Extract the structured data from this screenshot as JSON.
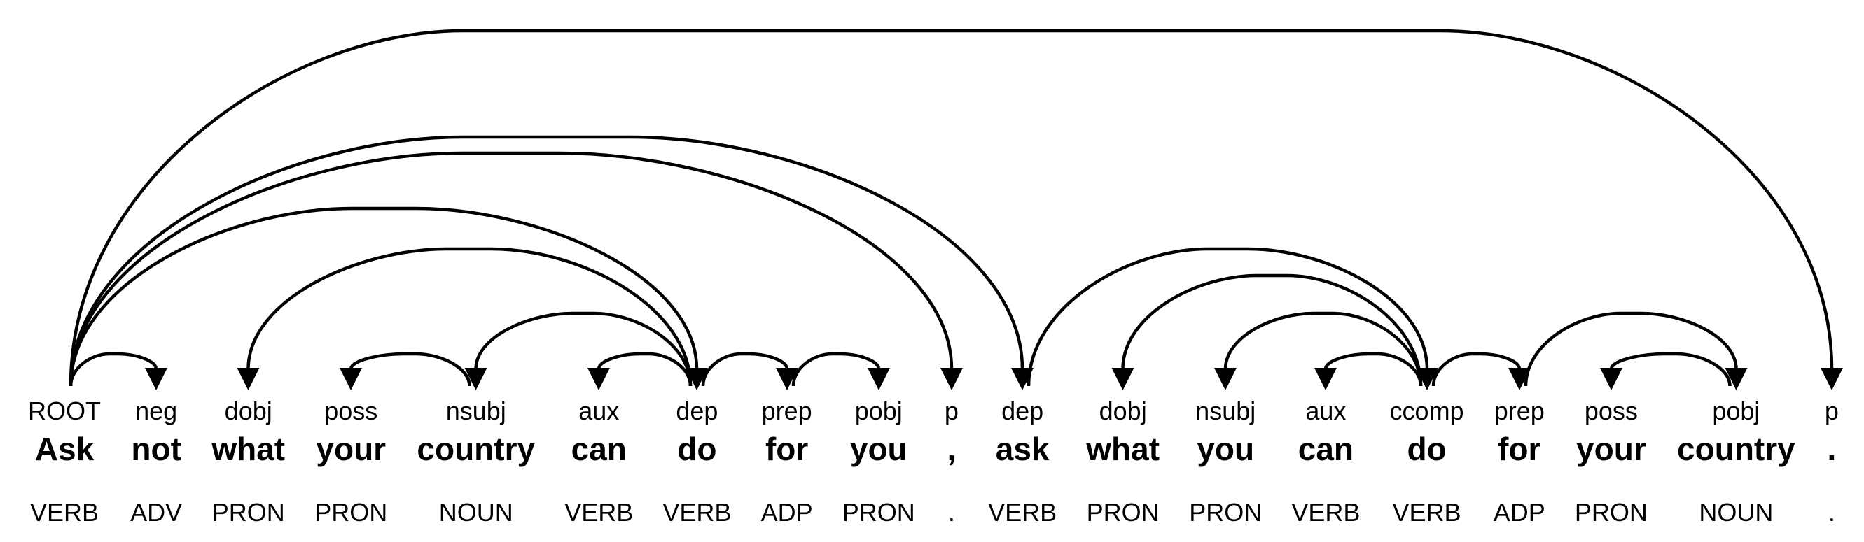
{
  "figure": {
    "kind": "dependency-parse",
    "background_color": "#ffffff",
    "ink_color": "#000000"
  },
  "sentence": "Ask not what your country can do for you , ask what you can do for your country .",
  "tokens": [
    {
      "word": "Ask",
      "deprel": "ROOT",
      "tag": "VERB",
      "head": null
    },
    {
      "word": "not",
      "deprel": "neg",
      "tag": "ADV",
      "head": 0
    },
    {
      "word": "what",
      "deprel": "dobj",
      "tag": "PRON",
      "head": 6
    },
    {
      "word": "your",
      "deprel": "poss",
      "tag": "PRON",
      "head": 4
    },
    {
      "word": "country",
      "deprel": "nsubj",
      "tag": "NOUN",
      "head": 6
    },
    {
      "word": "can",
      "deprel": "aux",
      "tag": "VERB",
      "head": 6
    },
    {
      "word": "do",
      "deprel": "dep",
      "tag": "VERB",
      "head": 0
    },
    {
      "word": "for",
      "deprel": "prep",
      "tag": "ADP",
      "head": 6
    },
    {
      "word": "you",
      "deprel": "pobj",
      "tag": "PRON",
      "head": 7
    },
    {
      "word": ",",
      "deprel": "p",
      "tag": ".",
      "head": 0
    },
    {
      "word": "ask",
      "deprel": "dep",
      "tag": "VERB",
      "head": 0
    },
    {
      "word": "what",
      "deprel": "dobj",
      "tag": "PRON",
      "head": 14
    },
    {
      "word": "you",
      "deprel": "nsubj",
      "tag": "PRON",
      "head": 14
    },
    {
      "word": "can",
      "deprel": "aux",
      "tag": "VERB",
      "head": 14
    },
    {
      "word": "do",
      "deprel": "ccomp",
      "tag": "VERB",
      "head": 10
    },
    {
      "word": "for",
      "deprel": "prep",
      "tag": "ADP",
      "head": 14
    },
    {
      "word": "your",
      "deprel": "poss",
      "tag": "PRON",
      "head": 17
    },
    {
      "word": "country",
      "deprel": "pobj",
      "tag": "NOUN",
      "head": 15
    },
    {
      "word": ".",
      "deprel": "p",
      "tag": ".",
      "head": 0
    }
  ]
}
